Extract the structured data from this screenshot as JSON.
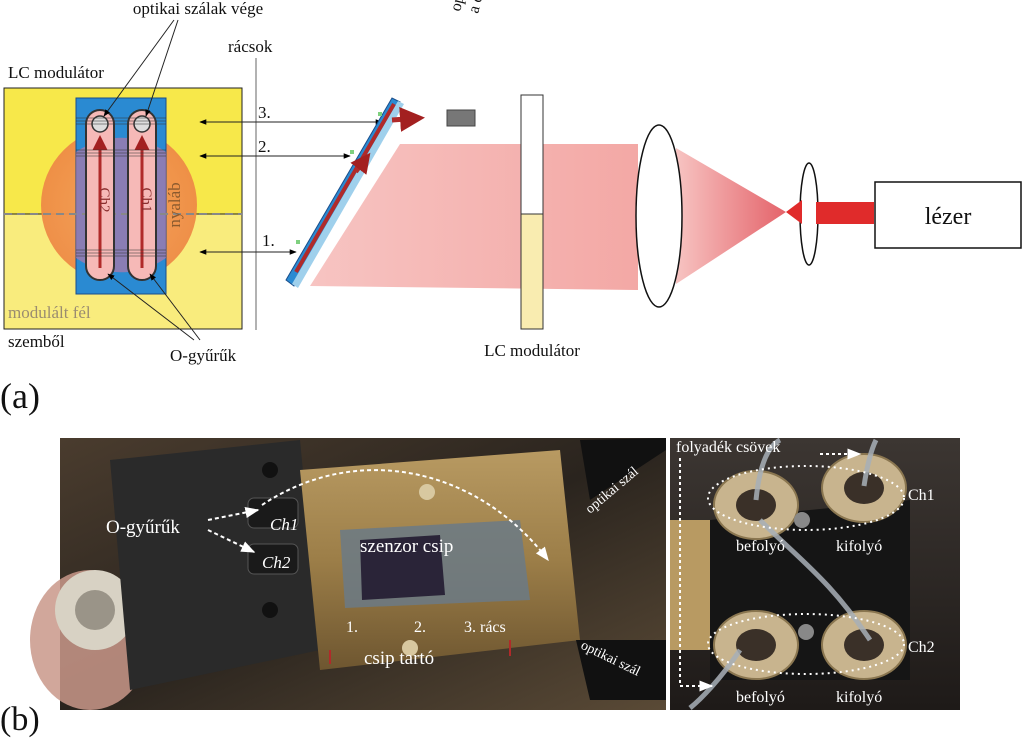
{
  "panel_a": {
    "label": "(a)",
    "fiber_ends": "optikai szálak vége",
    "gratings": "rácsok",
    "lc_modulator_top": "LC modulátor",
    "beam": "nyaláb",
    "ch1": "Ch1",
    "ch2": "Ch2",
    "modulated_half": "modulált fél",
    "eye_view": "szemből",
    "o_rings": "O-gyűrűk",
    "grating_1": "1.",
    "grating_2": "2.",
    "grating_3": "3.",
    "fiber_to_detector_1": "optikai szál",
    "fiber_to_detector_2": "a detektorba",
    "lc_modulator_bottom": "LC modulátor",
    "laser": "lézer"
  },
  "panel_b": {
    "label": "(b)",
    "o_rings": "O-gyűrűk",
    "ch1": "Ch1",
    "ch2": "Ch2",
    "sensor_chip": "szenzor csip",
    "grating_1": "1.",
    "grating_2": "2.",
    "grating_3": "3. rács",
    "chip_holder": "csip tartó",
    "optical_fiber_top": "optikai szál",
    "optical_fiber_bottom": "optikai szál",
    "fluid_tubes": "folyadék csövek",
    "inlet_top": "befolyó",
    "outlet_top": "kifolyó",
    "ch1_right": "Ch1",
    "inlet_bottom": "befolyó",
    "outlet_bottom": "kifolyó",
    "ch2_right": "Ch2"
  }
}
